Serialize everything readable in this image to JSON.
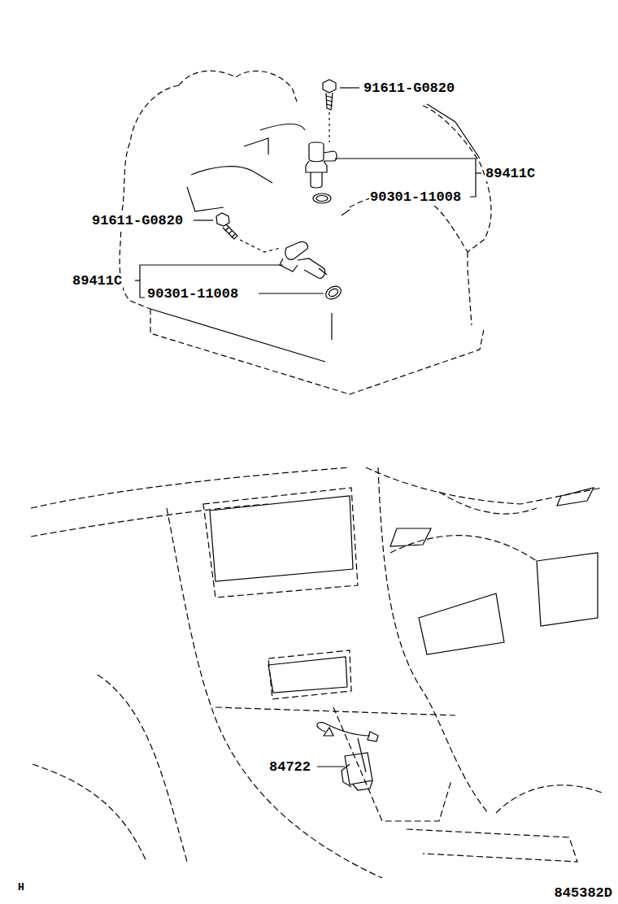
{
  "diagram": {
    "labels": [
      "91611-G0820",
      "89411C",
      "90301-11008",
      "91611-G0820",
      "89411C",
      "90301-11008",
      "84722",
      "H",
      "845382D"
    ]
  }
}
